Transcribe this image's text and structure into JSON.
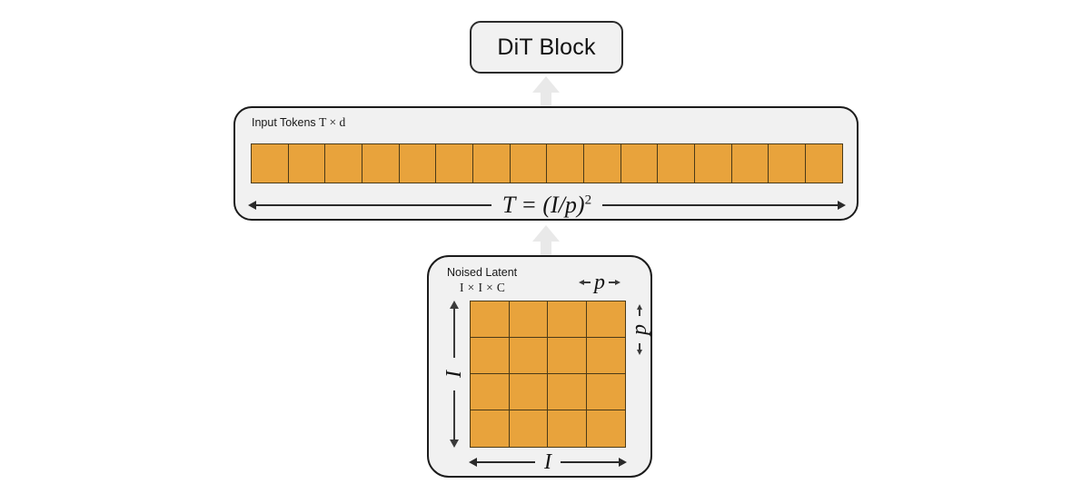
{
  "diagram": {
    "title": "DiT patchify diagram",
    "colors": {
      "patch_fill": "#e8a33c",
      "patch_border": "#4a3a18",
      "panel_fill": "#f1f1f1",
      "panel_border": "#1b1b1b",
      "arrow_gray": "#e9e9e9",
      "background": "#ffffff"
    }
  },
  "dit_block": {
    "label": "DiT Block"
  },
  "tokens_panel": {
    "caption_prefix": "Input Tokens ",
    "caption_math": "T × d",
    "token_count": 16,
    "dimension_label": "T = (I/p)",
    "dimension_exponent": "2"
  },
  "latent_panel": {
    "caption_line1": "Noised Latent",
    "caption_line2": "I × I × C",
    "grid_rows": 4,
    "grid_cols": 4,
    "patch_label_top": "p",
    "patch_label_right": "p",
    "size_label_left": "I",
    "size_label_bottom": "I"
  },
  "arrows": {
    "latent_to_tokens": "up-block-arrow",
    "tokens_to_dit": "up-block-arrow"
  }
}
